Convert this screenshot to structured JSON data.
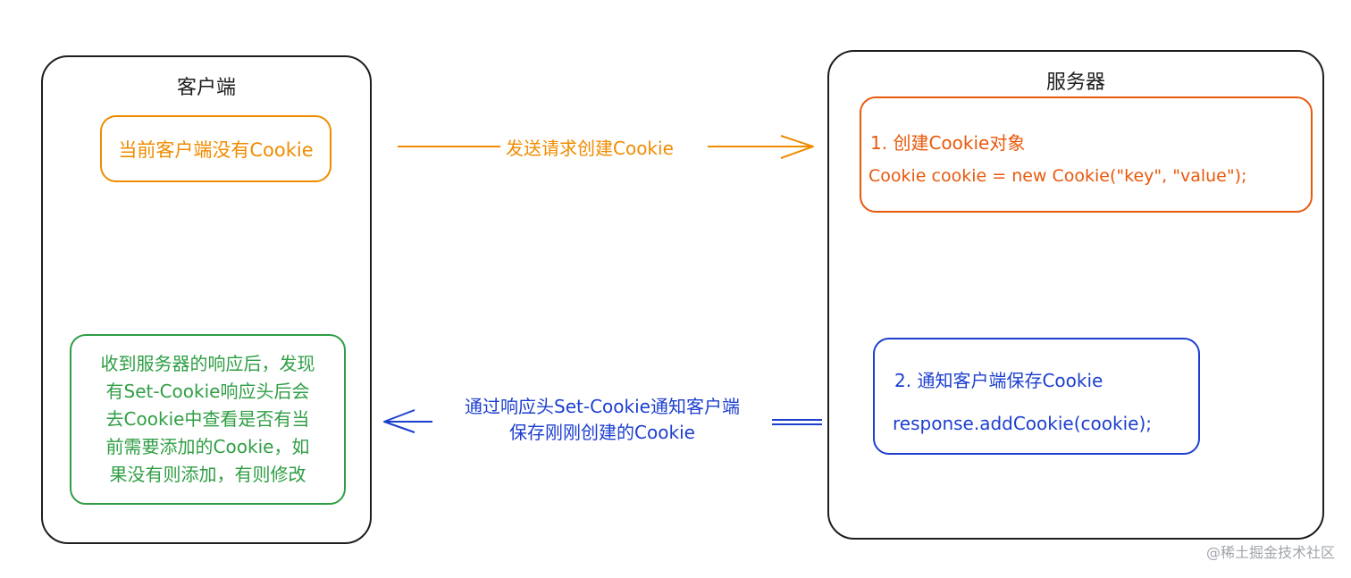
{
  "client": {
    "title": "客户端",
    "no_cookie": "当前客户端没有Cookie",
    "check_lines": [
      "收到服务器的响应后，发现",
      "有Set-Cookie响应头后会",
      "去Cookie中查看是否有当",
      "前需要添加的Cookie，如",
      "果没有则添加，有则修改"
    ]
  },
  "server": {
    "title": "服务器",
    "create_step": "1. 创建Cookie对象",
    "create_code": "Cookie cookie = new Cookie(\"key\", \"value\");",
    "notify_step": "2. 通知客户端保存Cookie",
    "notify_code": "response.addCookie(cookie);"
  },
  "arrows": {
    "request_label": "发送请求创建Cookie",
    "response_label_lines": [
      "通过响应头Set-Cookie通知客户端",
      "保存刚刚创建的Cookie"
    ]
  },
  "watermark": "@稀土掘金技术社区",
  "colors": {
    "orange": "#f08c00",
    "red_orange": "#e8590c",
    "green": "#2f9e44",
    "blue": "#1c3fcf",
    "stroke": "#1e1e1e"
  }
}
